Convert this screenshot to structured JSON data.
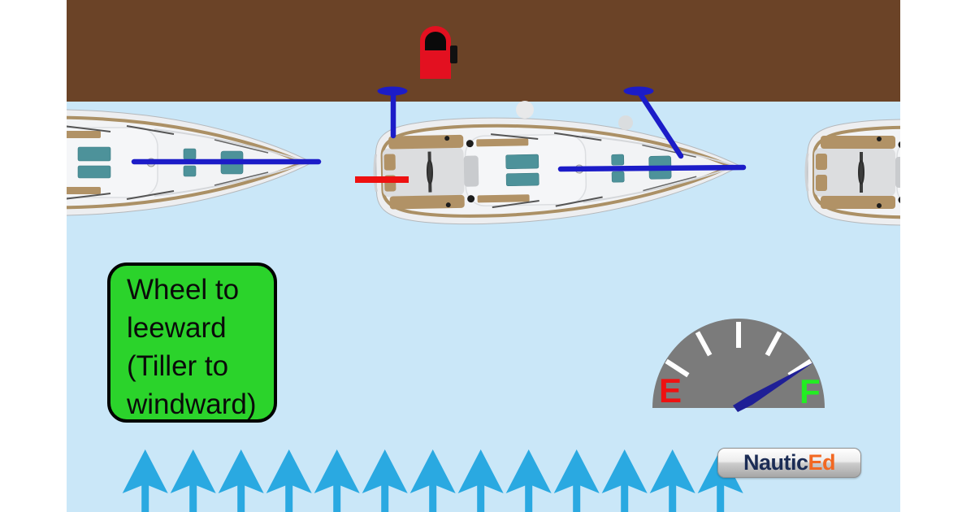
{
  "scene": {
    "description": "Sailboats moored alongside a dock, wind blowing onto the dock",
    "dock_color": "#6B4327",
    "water_color": "#CAE7F8",
    "margin_color": "#FFFFFF",
    "boat_count": 3,
    "bollard_count": 2,
    "fender_count": 2,
    "mooring_line_color": "#1C1CC8",
    "fuel_pump_color": "#E31020",
    "red_marker_color": "#EE1111"
  },
  "annotation": {
    "lines": [
      "Wheel to",
      "leeward",
      "(Tiller to",
      "windward)"
    ],
    "bg_color": "#2BD32B",
    "border_color": "#000000"
  },
  "fuel_gauge": {
    "empty_label": "E",
    "full_label": "F",
    "empty_color": "#EE1111",
    "full_color": "#22EE22",
    "face_color": "#7B7B7B",
    "tick_color": "#FFFFFF",
    "tick_count": 5,
    "needle_color": "#1F1F96",
    "needle_position": "near full"
  },
  "wind": {
    "arrow_count": 13,
    "direction": "up",
    "color": "#2AA9E1"
  },
  "logo": {
    "text_primary": "Nautic",
    "text_accent": "Ed",
    "primary_color": "#1B2C55",
    "accent_color": "#F26822"
  }
}
